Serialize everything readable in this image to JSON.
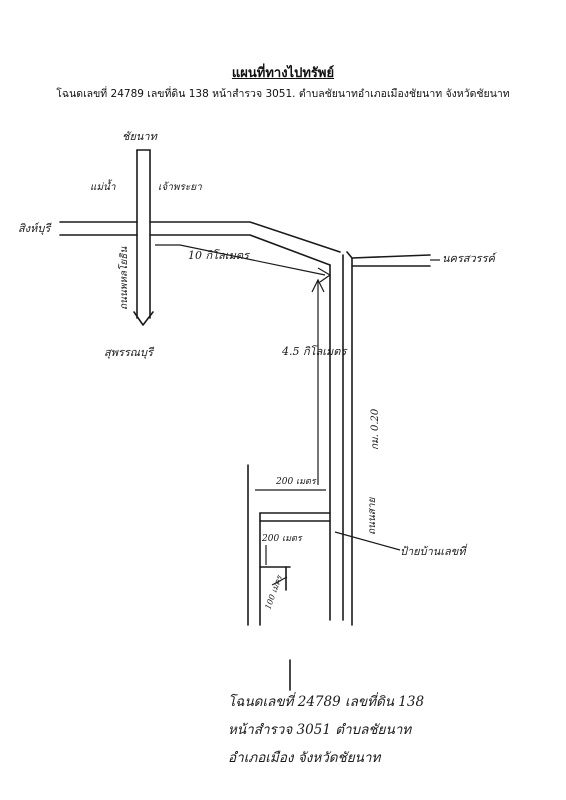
{
  "header": {
    "title": "แผนที่ทางไปทรัพย์",
    "subtitle": "โฉนดเลขที่  24789 เลขที่ดิน 138 หน้าสำรวจ 3051. ตำบลชัยนาทอำเภอเมืองชัยนาท จังหวัดชัยนาท"
  },
  "map": {
    "label_north": "ชัยนาท",
    "label_canal_left": "แม่น้ำ",
    "label_canal_right": "เจ้าพระยา",
    "label_west": "สิงห์บุรี",
    "label_south": "สุพรรณบุรี",
    "label_road_vertical_left": "ถนนพหลโยธิน",
    "label_distance_10": "10 กิโลเมตร",
    "label_east": "นครสวรรค์",
    "label_distance_4_5": "4.5 กิโลเมตร",
    "label_km": "กม. 0.20",
    "label_road_right": "ถนนสาย",
    "label_distance_200": "200 เมตร",
    "label_distance_200b": "200 เมตร",
    "label_property": "ป้ายบ้านเลขที่",
    "label_small": "100 เมตร",
    "ink_color": "#1a1a1a"
  },
  "note": {
    "line1": "โฉนดเลขที่ 24789 เลขที่ดิน 138",
    "line2": "หน้าสำรวจ 3051 ตำบลชัยนาท",
    "line3": "อำเภอเมือง จังหวัดชัยนาท"
  }
}
